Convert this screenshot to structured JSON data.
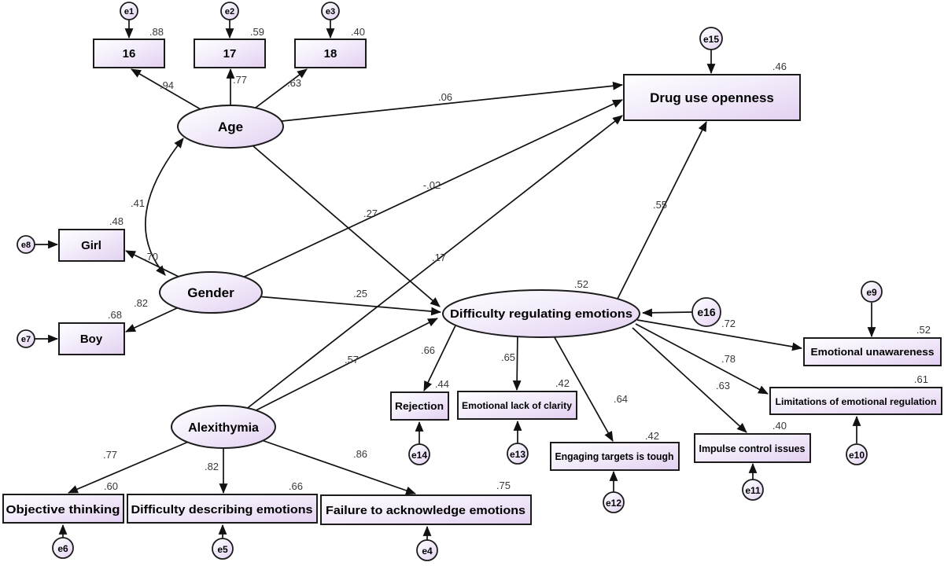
{
  "diagram_type": "Structural equation model path diagram",
  "colors": {
    "node_fill_light": "#ffffff",
    "node_fill": "#e4d3f2",
    "stroke": "#1c1c1c",
    "coef_text": "#383838",
    "background": "#ffffff"
  },
  "latents": {
    "age": {
      "label": "Age"
    },
    "gender": {
      "label": "Gender"
    },
    "alexithymia": {
      "label": "Alexithymia"
    },
    "dre": {
      "label": "Difficulty regulating emotions",
      "r2": ".52",
      "error": "e16"
    }
  },
  "observed": {
    "v16": {
      "label": "16",
      "r2": ".88",
      "error": "e1",
      "loading": ".94",
      "indicator_of": "Age"
    },
    "v17": {
      "label": "17",
      "r2": ".59",
      "error": "e2",
      "loading": ".77",
      "indicator_of": "Age"
    },
    "v18": {
      "label": "18",
      "r2": ".40",
      "error": "e3",
      "loading": ".63",
      "indicator_of": "Age"
    },
    "girl": {
      "label": "Girl",
      "r2": ".48",
      "error": "e8",
      "loading": ".70",
      "indicator_of": "Gender"
    },
    "boy": {
      "label": "Boy",
      "r2": ".68",
      "error": "e7",
      "loading": ".82",
      "indicator_of": "Gender"
    },
    "druguse": {
      "label": "Drug use openness",
      "r2": ".46",
      "error": "e15"
    },
    "rejection": {
      "label": "Rejection",
      "r2": ".44",
      "error": "e14",
      "loading": ".66",
      "indicator_of": "Difficulty regulating emotions"
    },
    "clarity": {
      "label": "Emotional lack of clarity",
      "r2": ".42",
      "error": "e13",
      "loading": ".65",
      "indicator_of": "Difficulty regulating emotions"
    },
    "targets": {
      "label": "Engaging targets is tough",
      "r2": ".42",
      "error": "e12",
      "loading": ".64",
      "indicator_of": "Difficulty regulating emotions"
    },
    "impulse": {
      "label": "Impulse control issues",
      "r2": ".40",
      "error": "e11",
      "loading": ".63",
      "indicator_of": "Difficulty regulating emotions"
    },
    "unawareness": {
      "label": "Emotional unawareness",
      "r2": ".52",
      "error": "e9",
      "loading": ".72",
      "indicator_of": "Difficulty regulating emotions"
    },
    "limitations": {
      "label": "Limitations of emotional regulation",
      "r2": ".61",
      "error": "e10",
      "loading": ".78",
      "indicator_of": "Difficulty regulating emotions"
    },
    "objective": {
      "label": "Objective thinking",
      "r2": ".60",
      "error": "e6",
      "loading": ".77",
      "indicator_of": "Alexithymia"
    },
    "describing": {
      "label": "Difficulty describing emotions",
      "r2": ".66",
      "error": "e5",
      "loading": ".82",
      "indicator_of": "Alexithymia"
    },
    "acknowledge": {
      "label": "Failure to acknowledge emotions",
      "r2": ".75",
      "error": "e4",
      "loading": ".86",
      "indicator_of": "Alexithymia"
    }
  },
  "paths": {
    "age_druguse": {
      "from": "Age",
      "to": "Drug use openness",
      "coef": ".06"
    },
    "age_dre": {
      "from": "Age",
      "to": "Difficulty regulating emotions",
      "coef": ".27"
    },
    "gender_druguse": {
      "from": "Gender",
      "to": "Drug use openness",
      "coef": "-.02"
    },
    "gender_dre": {
      "from": "Gender",
      "to": "Difficulty regulating emotions",
      "coef": ".25"
    },
    "alex_druguse": {
      "from": "Alexithymia",
      "to": "Drug use openness",
      "coef": ".17"
    },
    "alex_dre": {
      "from": "Alexithymia",
      "to": "Difficulty regulating emotions",
      "coef": ".57"
    },
    "dre_druguse": {
      "from": "Difficulty regulating emotions",
      "to": "Drug use openness",
      "coef": ".55"
    }
  },
  "covariances": {
    "age_gender": {
      "between": "Age and Gender",
      "coef": ".41"
    }
  }
}
